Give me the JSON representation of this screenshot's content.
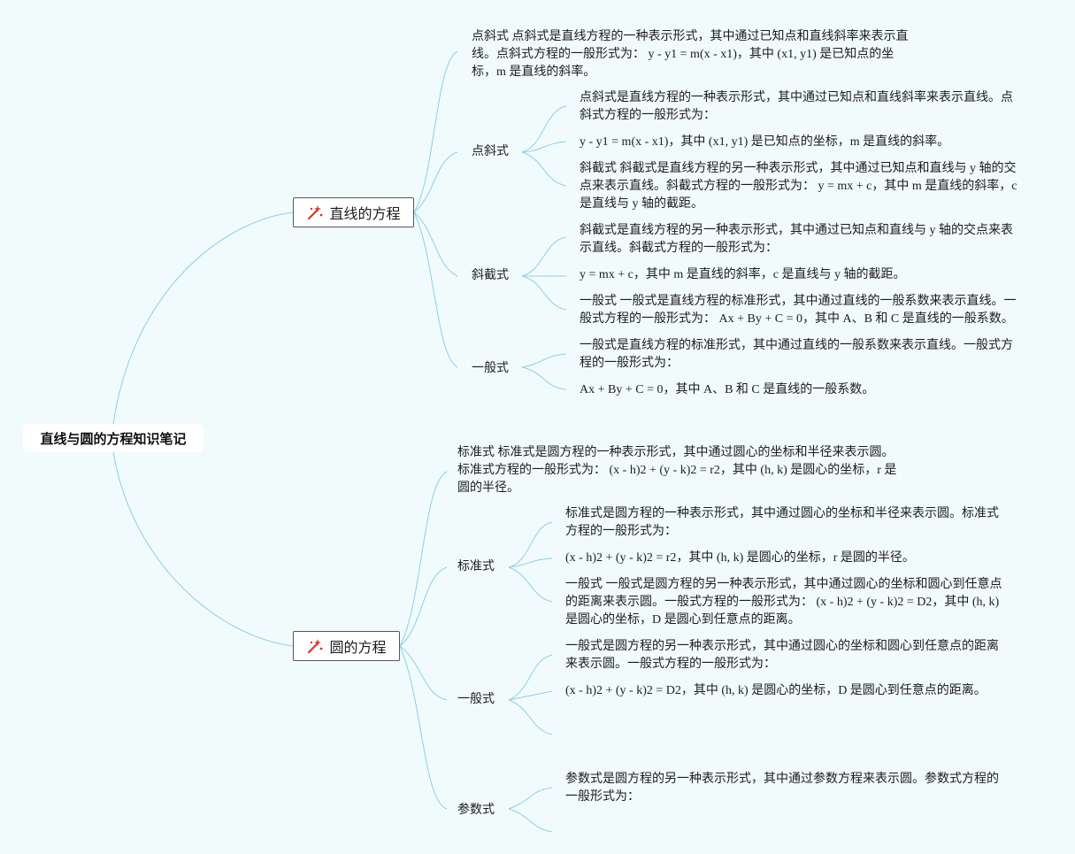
{
  "root": {
    "title": "直线与圆的方程知识笔记"
  },
  "line": {
    "title": "直线的方程",
    "icon": "sparkle-icon",
    "intro": "点斜式 点斜式是直线方程的一种表示形式，其中通过已知点和直线斜率来表示直线。点斜式方程的一般形式为： y - y1 = m(x - x1)，其中 (x1, y1) 是已知点的坐标，m 是直线的斜率。",
    "branches": [
      {
        "label": "点斜式",
        "items": [
          "点斜式是直线方程的一种表示形式，其中通过已知点和直线斜率来表示直线。点斜式方程的一般形式为：",
          "y - y1 = m(x - x1)，其中 (x1, y1) 是已知点的坐标，m 是直线的斜率。",
          "斜截式 斜截式是直线方程的另一种表示形式，其中通过已知点和直线与 y 轴的交点来表示直线。斜截式方程的一般形式为： y = mx + c，其中 m 是直线的斜率，c 是直线与 y 轴的截距。"
        ]
      },
      {
        "label": "斜截式",
        "items": [
          "斜截式是直线方程的另一种表示形式，其中通过已知点和直线与 y 轴的交点来表示直线。斜截式方程的一般形式为：",
          "y = mx + c，其中 m 是直线的斜率，c 是直线与 y 轴的截距。",
          "一般式 一般式是直线方程的标准形式，其中通过直线的一般系数来表示直线。一般式方程的一般形式为： Ax + By + C = 0，其中 A、B 和 C 是直线的一般系数。"
        ]
      },
      {
        "label": "一般式",
        "items": [
          "一般式是直线方程的标准形式，其中通过直线的一般系数来表示直线。一般式方程的一般形式为：",
          "Ax + By + C = 0，其中 A、B 和 C 是直线的一般系数。"
        ]
      }
    ]
  },
  "circle": {
    "title": "圆的方程",
    "icon": "sparkle-icon",
    "intro": "标准式 标准式是圆方程的一种表示形式，其中通过圆心的坐标和半径来表示圆。标准式方程的一般形式为： (x - h)2 + (y - k)2 = r2，其中 (h, k) 是圆心的坐标，r 是圆的半径。",
    "branches": [
      {
        "label": "标准式",
        "items": [
          "标准式是圆方程的一种表示形式，其中通过圆心的坐标和半径来表示圆。标准式方程的一般形式为：",
          "(x - h)2 + (y - k)2 = r2，其中 (h, k) 是圆心的坐标，r 是圆的半径。",
          "一般式 一般式是圆方程的另一种表示形式，其中通过圆心的坐标和圆心到任意点的距离来表示圆。一般式方程的一般形式为： (x - h)2 + (y - k)2 = D2，其中 (h, k) 是圆心的坐标，D 是圆心到任意点的距离。"
        ]
      },
      {
        "label": "一般式",
        "items": [
          "一般式是圆方程的另一种表示形式，其中通过圆心的坐标和圆心到任意点的距离来表示圆。一般式方程的一般形式为：",
          "(x - h)2 + (y - k)2 = D2，其中 (h, k) 是圆心的坐标，D 是圆心到任意点的距离。",
          ""
        ]
      },
      {
        "label": "参数式",
        "items": [
          "参数式是圆方程的另一种表示形式，其中通过参数方程来表示圆。参数式方程的一般形式为：",
          ""
        ]
      }
    ]
  },
  "colors": {
    "background": "#f1fbfc",
    "link": "#8ecfe6",
    "icon": "#e0312c"
  }
}
